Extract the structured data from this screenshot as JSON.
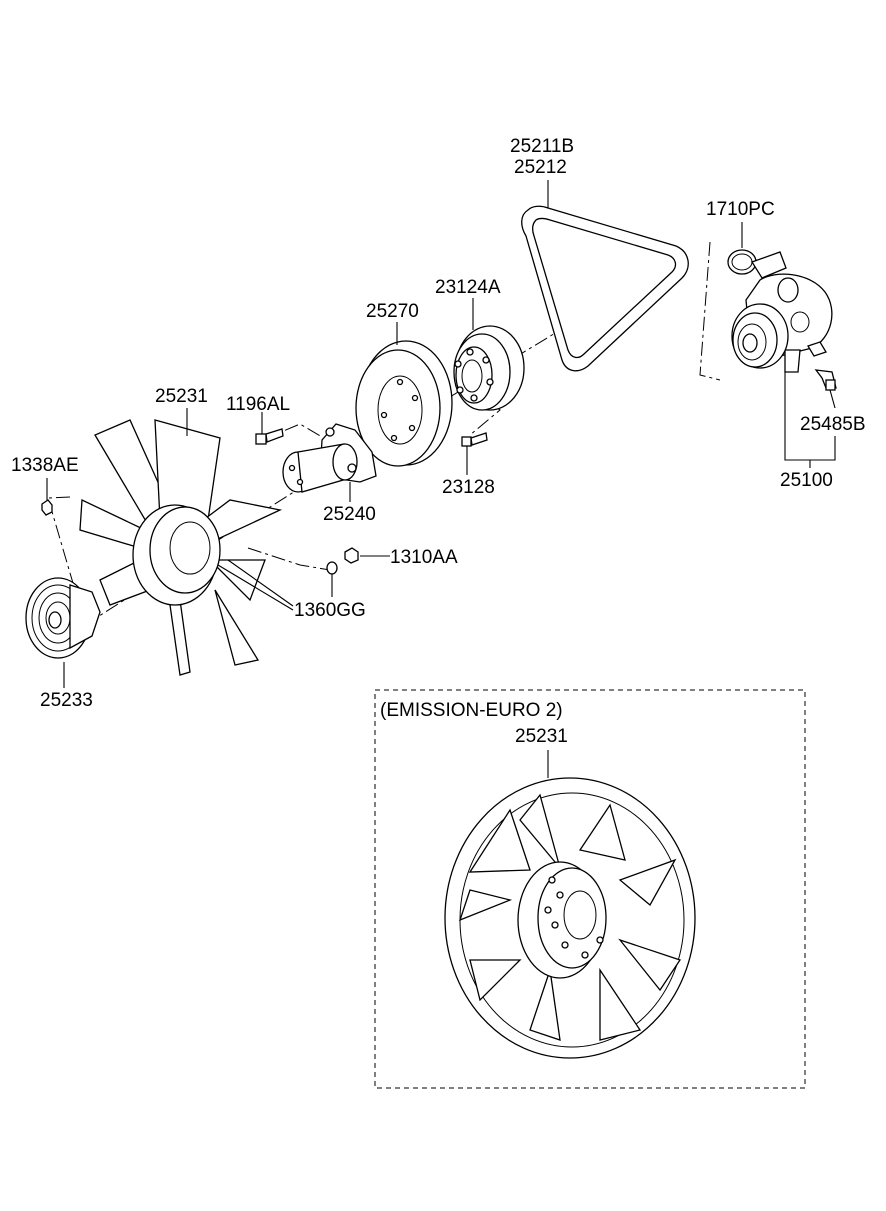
{
  "labels": {
    "belt_a": "25211B",
    "belt_b": "25212",
    "oring": "1710PC",
    "hub_flange": "23124A",
    "pulley": "25270",
    "fan": "25231",
    "bolt_1196": "1196AL",
    "nut_1338": "1338AE",
    "spacer": "25240",
    "bolt_23128": "23128",
    "sensor": "25485B",
    "water_pump": "25100",
    "nut_1310": "1310AA",
    "washer_1360": "1360GG",
    "clutch": "25233",
    "option_title": "(EMISSION-EURO 2)",
    "option_fan": "25231"
  }
}
